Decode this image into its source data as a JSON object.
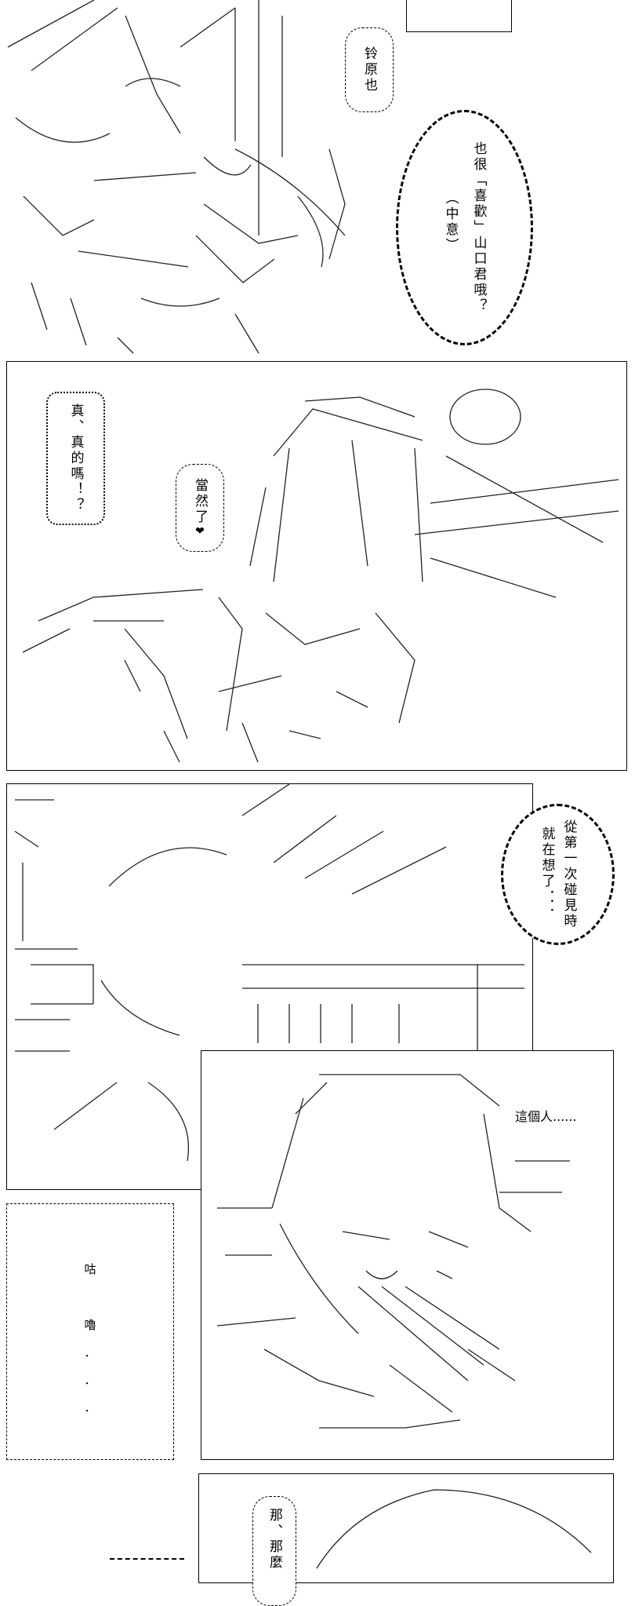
{
  "panel1": {
    "bubble_name": "铃原也",
    "bubble_main": [
      "也很「喜歡」山口君哦？",
      "（中意）"
    ]
  },
  "panel2": {
    "bubble_surprise": "真、真的嗎！？",
    "bubble_reply": "當然了",
    "heart": "❤"
  },
  "panel3": {
    "bubble_thought": [
      "從第一次碰見時",
      "就在想了．．．"
    ]
  },
  "panel4": {
    "caption": "這個人......"
  },
  "panel5": {
    "sound": [
      "咕",
      "嚕",
      "．",
      "．",
      "．"
    ]
  },
  "panel6": {
    "bubble": "那、那麼"
  }
}
